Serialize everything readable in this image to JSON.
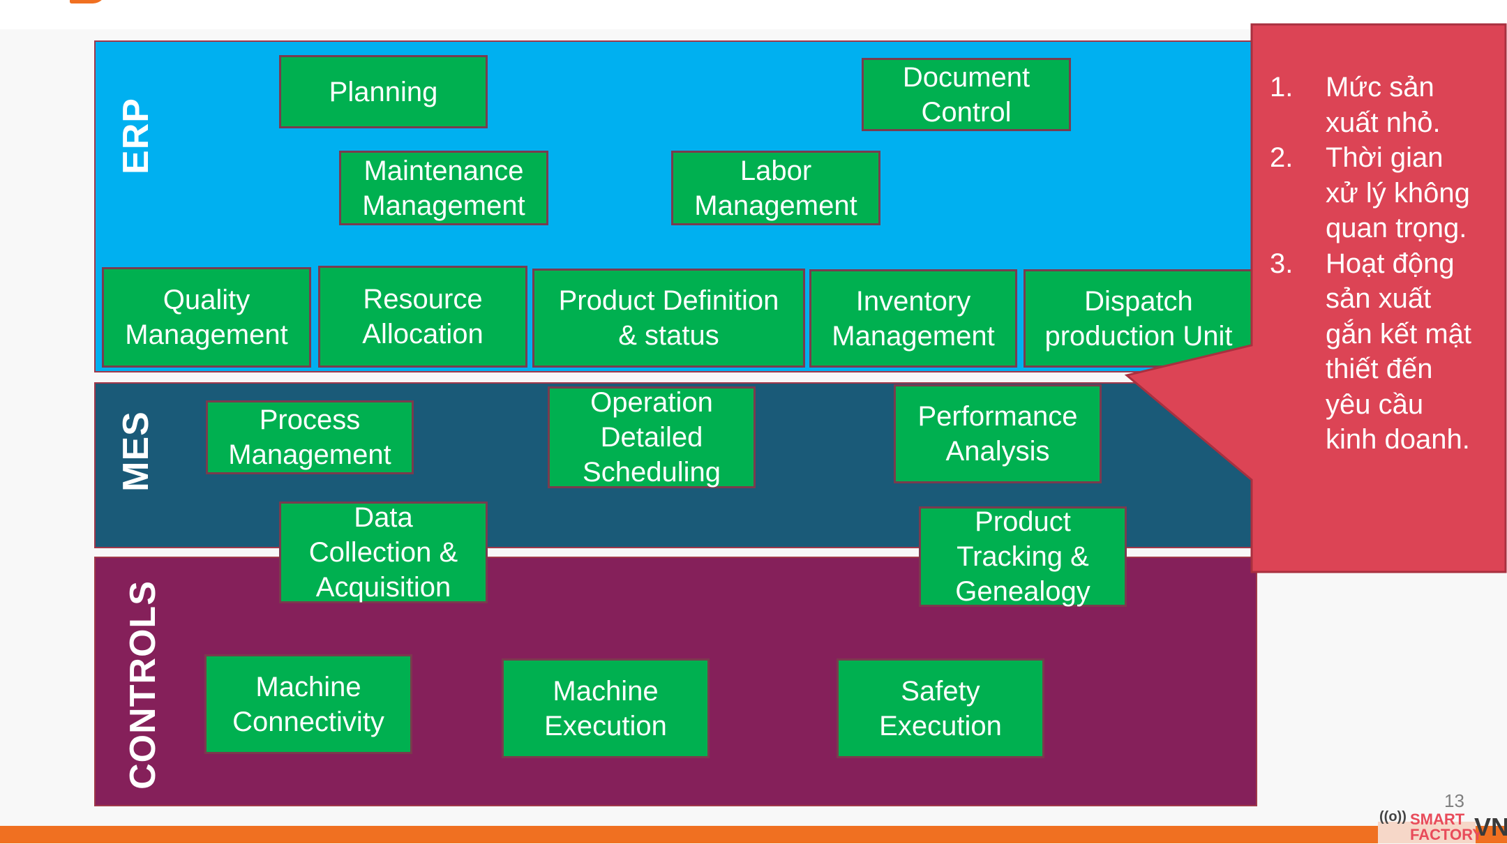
{
  "bands": {
    "erp": {
      "label": "ERP",
      "color": "#00b0f0"
    },
    "mes": {
      "label": "MES",
      "color": "#1a5a78"
    },
    "controls": {
      "label": "CONTROLS",
      "color": "#85205a"
    }
  },
  "boxes": {
    "planning": "Planning",
    "document_control": "Document\nControl",
    "maintenance_management": "Maintenance\nManagement",
    "labor_management": "Labor\nManagement",
    "quality_management": "Quality\nManagement",
    "resource_allocation": "Resource\nAllocation",
    "product_definition": "Product Definition\n& status",
    "inventory_management": "Inventory\nManagement",
    "dispatch_production_unit": "Dispatch\nproduction Unit",
    "process_management": "Process\nManagement",
    "operation_detailed_scheduling": "Operation\nDetailed\nScheduling",
    "performance_analysis": "Performance\nAnalysis",
    "data_collection_acquisition": "Data\nCollection &\nAcquisition",
    "product_tracking_genealogy": "Product\nTracking &\nGenealogy",
    "machine_connectivity": "Machine\nConnectivity",
    "machine_execution": "Machine\nExecution",
    "safety_execution": "Safety\nExecution"
  },
  "box_color": "#00b050",
  "callout": {
    "color": "#dc4455",
    "items": [
      {
        "num": "1.",
        "text": "Mức sản\nxuất  nhỏ."
      },
      {
        "num": "2.",
        "text": "Thời gian\nxử lý không\nquan trọng."
      },
      {
        "num": "3.",
        "text": "Hoạt động\nsản xuất\ngắn kết mật\nthiết đến\nyêu cầu\nkinh doanh."
      }
    ]
  },
  "footer": {
    "page_number": "13",
    "logo": {
      "smart": "SMART",
      "factory": "FACTORY",
      "vn": "VN",
      "icon": "((o))"
    },
    "bar_color": "#f07021"
  }
}
